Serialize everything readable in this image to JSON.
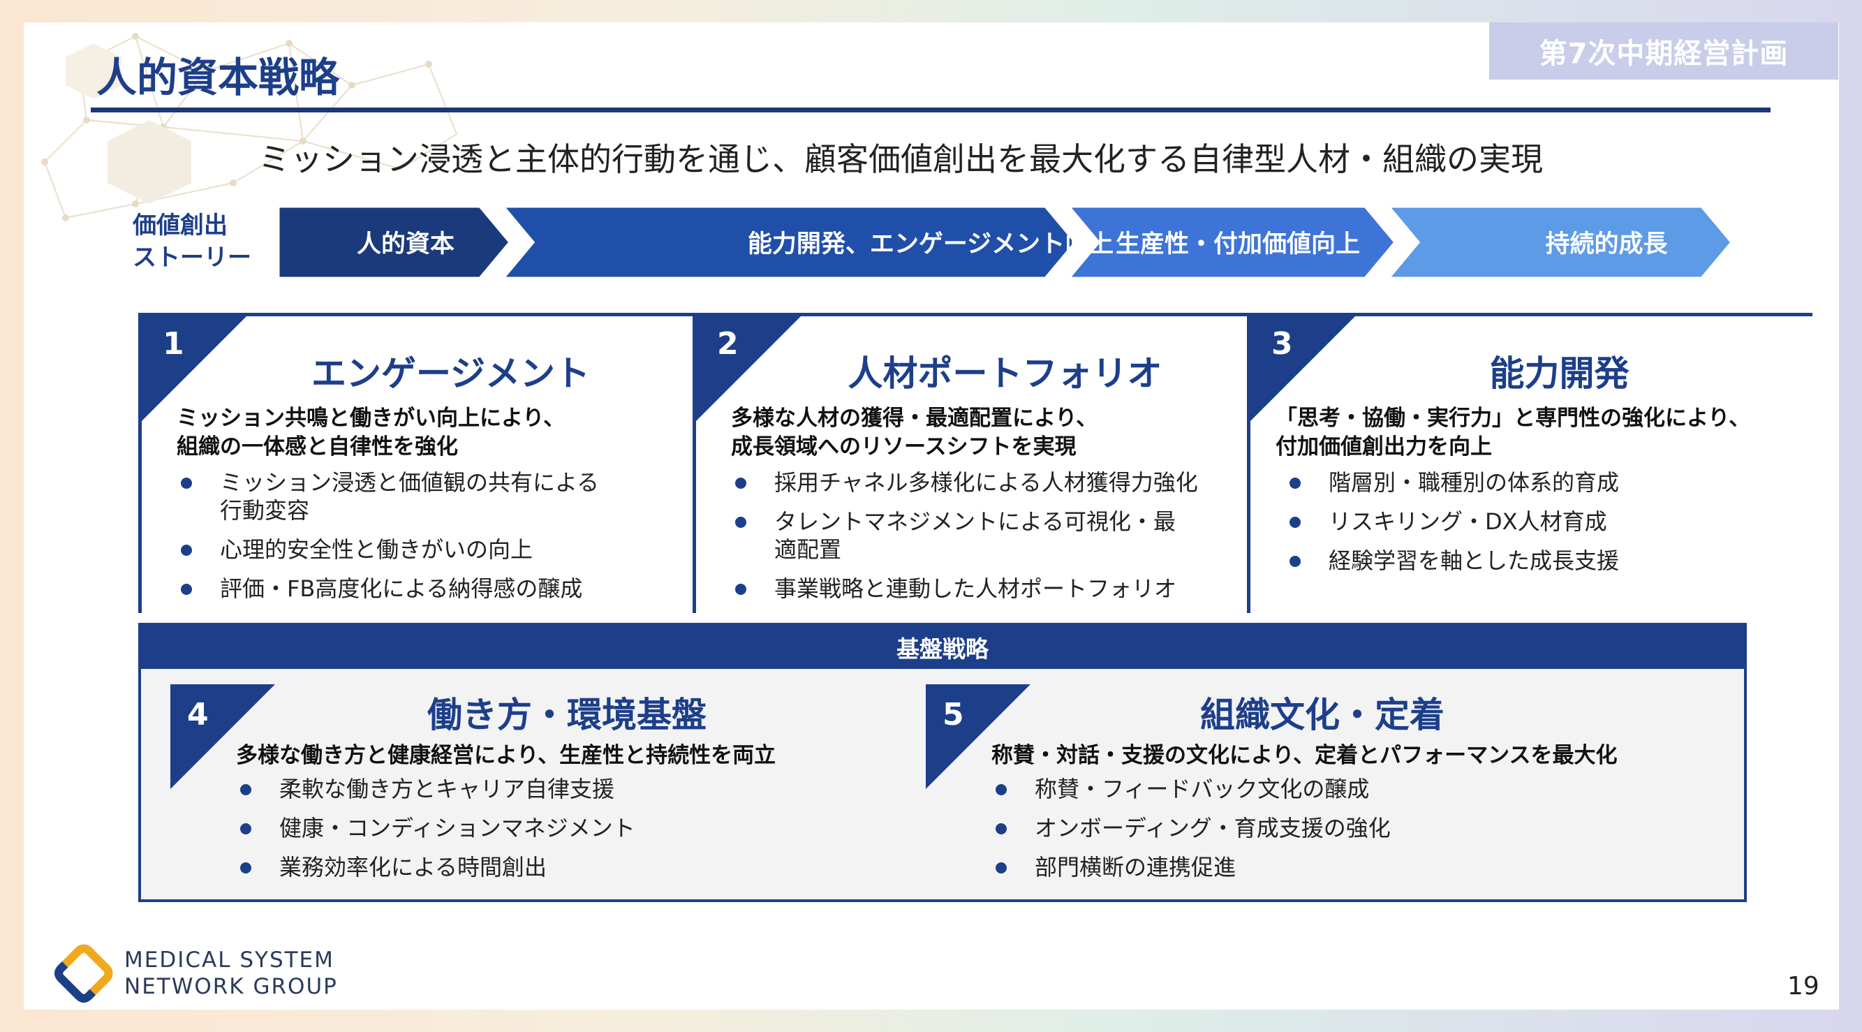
{
  "header": {
    "plan_tag": "第7次中期経営計画",
    "title": "人的資本戦略",
    "mission": "ミッション浸透と主体的行動を通じ、顧客価値創出を最大化する自律型人材・組織の実現"
  },
  "story": {
    "label_line1": "価値創出",
    "label_line2": "ストーリー",
    "steps": [
      "人的資本",
      "能力開発、エンゲージメント向上",
      "生産性・付加価値向上",
      "持続的成長"
    ],
    "colors": [
      "#1b3a7c",
      "#1f4fa8",
      "#3e74d8",
      "#5d9be6"
    ]
  },
  "cards": [
    {
      "num": "1",
      "title": "エンゲージメント",
      "lead_line1": "ミッション共鳴と働きがい向上により、",
      "lead_line2": "組織の一体感と自律性を強化",
      "bullets": [
        "ミッション浸透と価値観の共有による行動変容",
        "心理的安全性と働きがいの向上",
        "評価・FB高度化による納得感の醸成"
      ]
    },
    {
      "num": "2",
      "title": "人材ポートフォリオ",
      "lead_line1": "多様な人材の獲得・最適配置により、",
      "lead_line2": "成長領域へのリソースシフトを実現",
      "bullets": [
        "採用チャネル多様化による人材獲得力強化",
        "タレントマネジメントによる可視化・最適配置",
        "事業戦略と連動した人材ポートフォリオ"
      ]
    },
    {
      "num": "3",
      "title": "能力開発",
      "lead_line1": "「思考・協働・実行力」と専門性の強化により、",
      "lead_line2": "付加価値創出力を向上",
      "bullets": [
        "階層別・職種別の体系的育成",
        "リスキリング・DX人材育成",
        "経験学習を軸とした成長支援"
      ]
    }
  ],
  "base": {
    "heading": "基盤戦略",
    "sections": [
      {
        "num": "4",
        "title": "働き方・環境基盤",
        "lead": "多様な働き方と健康経営により、生産性と持続性を両立",
        "bullets": [
          "柔軟な働き方とキャリア自律支援",
          "健康・コンディションマネジメント",
          "業務効率化による時間創出"
        ]
      },
      {
        "num": "5",
        "title": "組織文化・定着",
        "lead": "称賛・対話・支援の文化により、定着とパフォーマンスを最大化",
        "bullets": [
          "称賛・フィードバック文化の醸成",
          "オンボーディング・育成支援の強化",
          "部門横断の連携促進"
        ]
      }
    ]
  },
  "footer": {
    "logo_line1": "MEDICAL SYSTEM",
    "logo_line2": "NETWORK GROUP",
    "page": "19"
  },
  "colors": {
    "brand": "#1d3f8a",
    "logo_gold": "#f0a81e",
    "logo_blue": "#1d3f8a"
  }
}
